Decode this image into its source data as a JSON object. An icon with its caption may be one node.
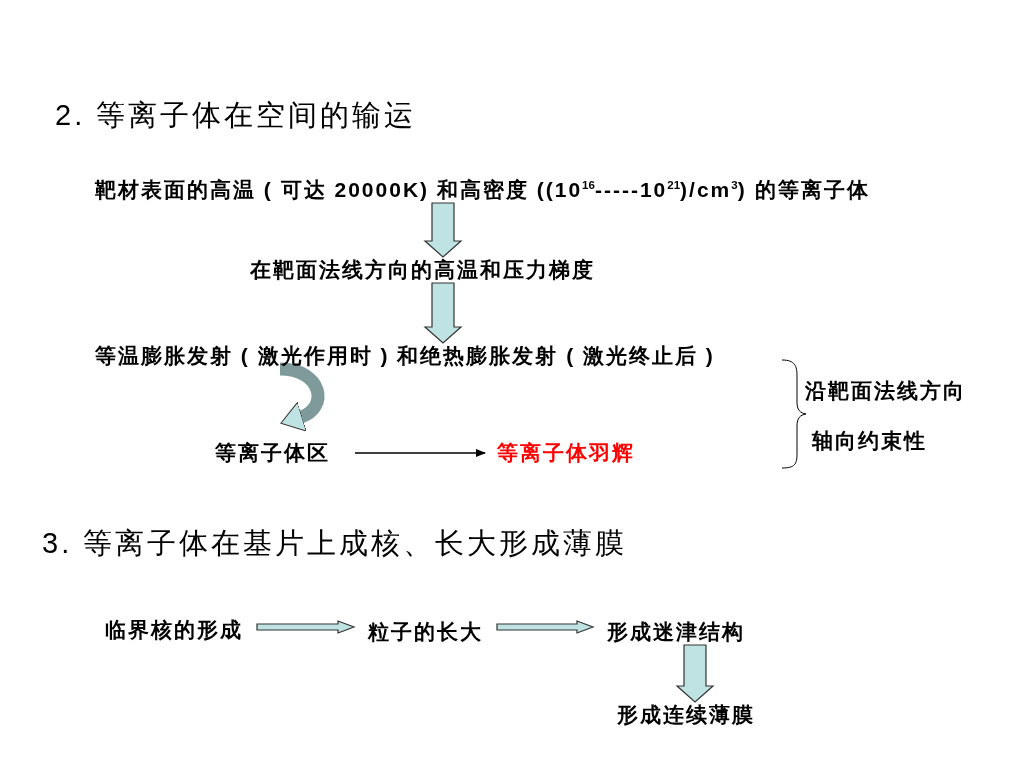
{
  "diagram": {
    "nodes": [
      {
        "text": [
          "靶材表面的高温 ( 可达 20000K) 和高密度 ((10$^{16}$-----10$^{21}$)/cm$^{3}$) 的等离子体"
        ]
      },
      {
        "text": [
          "在靶面法线方向的高温和压力梯度"
        ]
      },
      {
        "text": [
          "等温膨胀发射 ( 激光作用时 ) 和绝热膨胀发射 ( 激光终止后 )"
        ]
      },
      {
        "text": [
          "等离子体区"
        ]
      },
      {
        "text": [
          "等离子体羽辉"
        ]
      },
      {
        "text": [
          "临界核的形成"
        ]
      },
      {
        "text": [
          "粒子的长大"
        ]
      },
      {
        "text": [
          "形成迷津结构"
        ]
      },
      {
        "text": [
          "形成连续薄膜"
        ]
      }
    ],
    "edges": [
      {
        "from": 0,
        "to": 1,
        "arrow": "to",
        "style": "thick"
      },
      {
        "from": 1,
        "to": 2,
        "arrow": "to",
        "style": "thick"
      },
      {
        "from": 2,
        "to": 3,
        "arrow": "to",
        "style": "thick"
      },
      {
        "from": 3,
        "to": 4,
        "arrow": "to",
        "color": "#000000"
      },
      {
        "from": 5,
        "to": 6,
        "arrow": "to",
        "style": "thick"
      },
      {
        "from": 6,
        "to": 7,
        "arrow": "to",
        "style": "thick"
      },
      {
        "from": 7,
        "to": 8,
        "arrow": "to",
        "style": "thick"
      }
    ],
    "labels": [
      "2. 等离子体在空间的输运",
      "沿靶面法线方向",
      "轴向约束性",
      "3. 等离子体在基片上成核、长大形成薄膜"
    ]
  }
}
